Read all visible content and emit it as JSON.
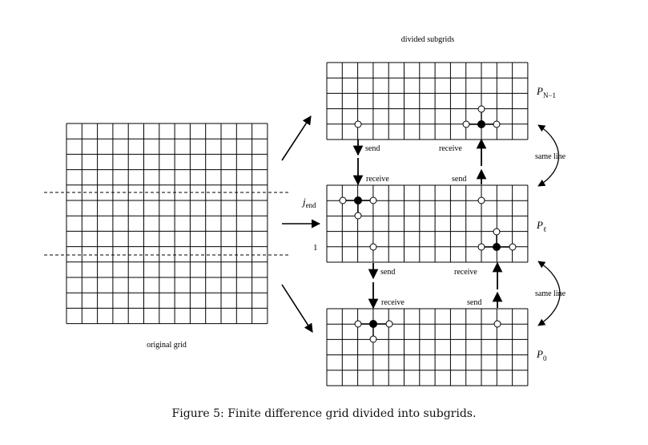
{
  "labels": {
    "divided_subgrids": "divided subgrids",
    "original_grid": "original grid",
    "p_top_main": "P",
    "p_top_sub": "N−1",
    "p_mid_main": "P",
    "p_mid_sub": "ℓ",
    "p_bot_main": "P",
    "p_bot_sub": "0",
    "j_end_main": "j",
    "j_end_sub": "end",
    "row_one": "1",
    "send": "send",
    "receive": "receive",
    "same_line": "same line"
  },
  "caption": "Figure 5: Finite difference grid divided into subgrids.",
  "colors": {
    "line": "#000000",
    "background": "#ffffff"
  }
}
